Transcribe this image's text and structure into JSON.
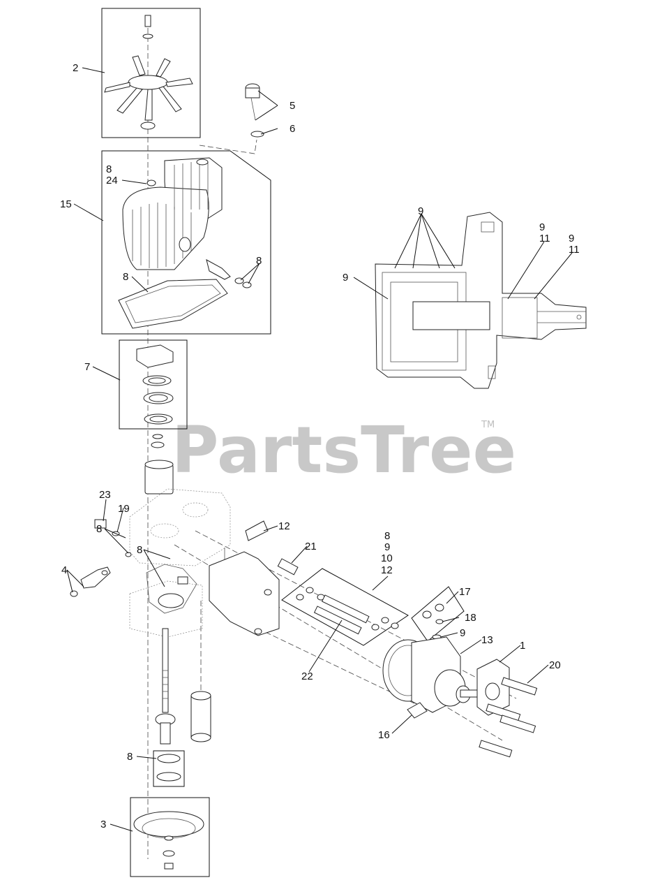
{
  "watermark": {
    "text": "PartsTree",
    "trademark": "TM"
  },
  "callouts": [
    {
      "id": "c2",
      "text": "2"
    },
    {
      "id": "c5",
      "text": "5"
    },
    {
      "id": "c6",
      "text": "6"
    },
    {
      "id": "c8a",
      "text": "8"
    },
    {
      "id": "c24",
      "text": "24"
    },
    {
      "id": "c15",
      "text": "15"
    },
    {
      "id": "c8b",
      "text": "8"
    },
    {
      "id": "c8c",
      "text": "8"
    },
    {
      "id": "c9a",
      "text": "9"
    },
    {
      "id": "c9b",
      "text": "9"
    },
    {
      "id": "c11a",
      "text": "11"
    },
    {
      "id": "c9c",
      "text": "9"
    },
    {
      "id": "c11b",
      "text": "11"
    },
    {
      "id": "c9d",
      "text": "9"
    },
    {
      "id": "c7",
      "text": "7"
    },
    {
      "id": "c23",
      "text": "23"
    },
    {
      "id": "c19",
      "text": "19"
    },
    {
      "id": "c8d",
      "text": "8"
    },
    {
      "id": "c8e",
      "text": "8"
    },
    {
      "id": "c4",
      "text": "4"
    },
    {
      "id": "c12a",
      "text": "12"
    },
    {
      "id": "c21",
      "text": "21"
    },
    {
      "id": "c8f",
      "text": "8"
    },
    {
      "id": "c9e",
      "text": "9"
    },
    {
      "id": "c10",
      "text": "10"
    },
    {
      "id": "c12b",
      "text": "12"
    },
    {
      "id": "c17",
      "text": "17"
    },
    {
      "id": "c18",
      "text": "18"
    },
    {
      "id": "c9f",
      "text": "9"
    },
    {
      "id": "c13",
      "text": "13"
    },
    {
      "id": "c1",
      "text": "1"
    },
    {
      "id": "c20",
      "text": "20"
    },
    {
      "id": "c22",
      "text": "22"
    },
    {
      "id": "c16",
      "text": "16"
    },
    {
      "id": "c8g",
      "text": "8"
    },
    {
      "id": "c3",
      "text": "3"
    }
  ]
}
